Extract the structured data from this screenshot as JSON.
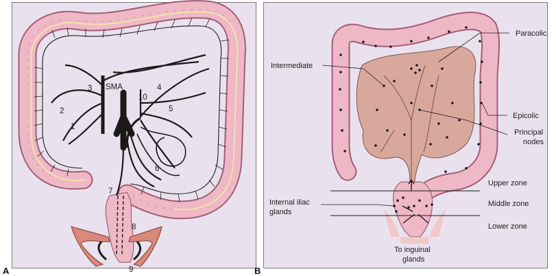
{
  "panel_a": {
    "letter": "A",
    "vessel_labels": {
      "sma": "SMA",
      "n1": "1",
      "n2": "2",
      "n3": "3",
      "n4": "4",
      "n5": "5",
      "n6": "6",
      "n7": "7",
      "n8": "8",
      "n9": "9",
      "n10": "10"
    }
  },
  "panel_b": {
    "letter": "B",
    "labels": {
      "paracolic": "Paracolic",
      "intermediate": "Intermediate",
      "epicolic": "Epicolic",
      "principal_line1": "Principal",
      "principal_line2": "nodes",
      "upper_zone": "Upper zone",
      "middle_zone": "Middle zone",
      "lower_zone": "Lower zone",
      "internal_iliac_line1": "Internal iliac",
      "internal_iliac_line2": "glands",
      "inguinal_line1": "To inguinal",
      "inguinal_line2": "glands"
    }
  },
  "colors": {
    "panel_bg": "#e9e2ee",
    "colon_fill": "#efb8c6",
    "colon_stroke": "#a25d76",
    "mesentery_fill": "#d9a89d",
    "vessel": "#1a1a1a",
    "muscle": "#d9887a"
  }
}
